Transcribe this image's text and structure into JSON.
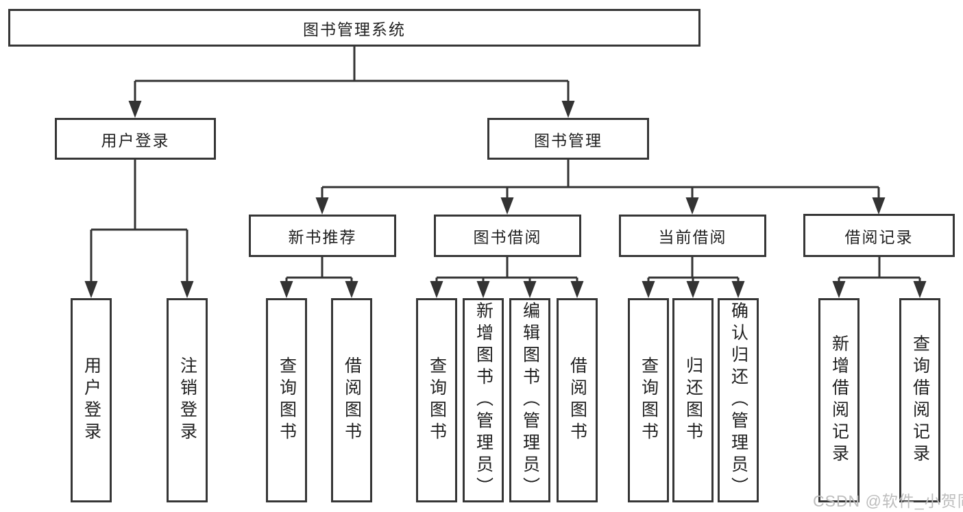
{
  "tree": {
    "label": "图书管理系统",
    "children": [
      {
        "label": "用户登录",
        "children": [
          {
            "label": "用户登录"
          },
          {
            "label": "注销登录"
          }
        ]
      },
      {
        "label": "图书管理",
        "children": [
          {
            "label": "新书推荐",
            "children": [
              {
                "label": "查询图书"
              },
              {
                "label": "借阅图书"
              }
            ]
          },
          {
            "label": "图书借阅",
            "children": [
              {
                "label": "查询图书"
              },
              {
                "label": "新增图书（管理员）"
              },
              {
                "label": "编辑图书（管理员）"
              },
              {
                "label": "借阅图书"
              }
            ]
          },
          {
            "label": "当前借阅",
            "children": [
              {
                "label": "查询图书"
              },
              {
                "label": "归还图书"
              },
              {
                "label": "确认归还（管理员）"
              }
            ]
          },
          {
            "label": "借阅记录",
            "children": [
              {
                "label": "新增借阅记录"
              },
              {
                "label": "查询借阅记录"
              }
            ]
          }
        ]
      }
    ]
  },
  "watermark": "CSDN @软件_小贺同学",
  "colors": {
    "line": "#333333",
    "border": "#363636",
    "text": "#1f1f1f",
    "watermark": "#bdbdbd",
    "background": "#ffffff"
  }
}
